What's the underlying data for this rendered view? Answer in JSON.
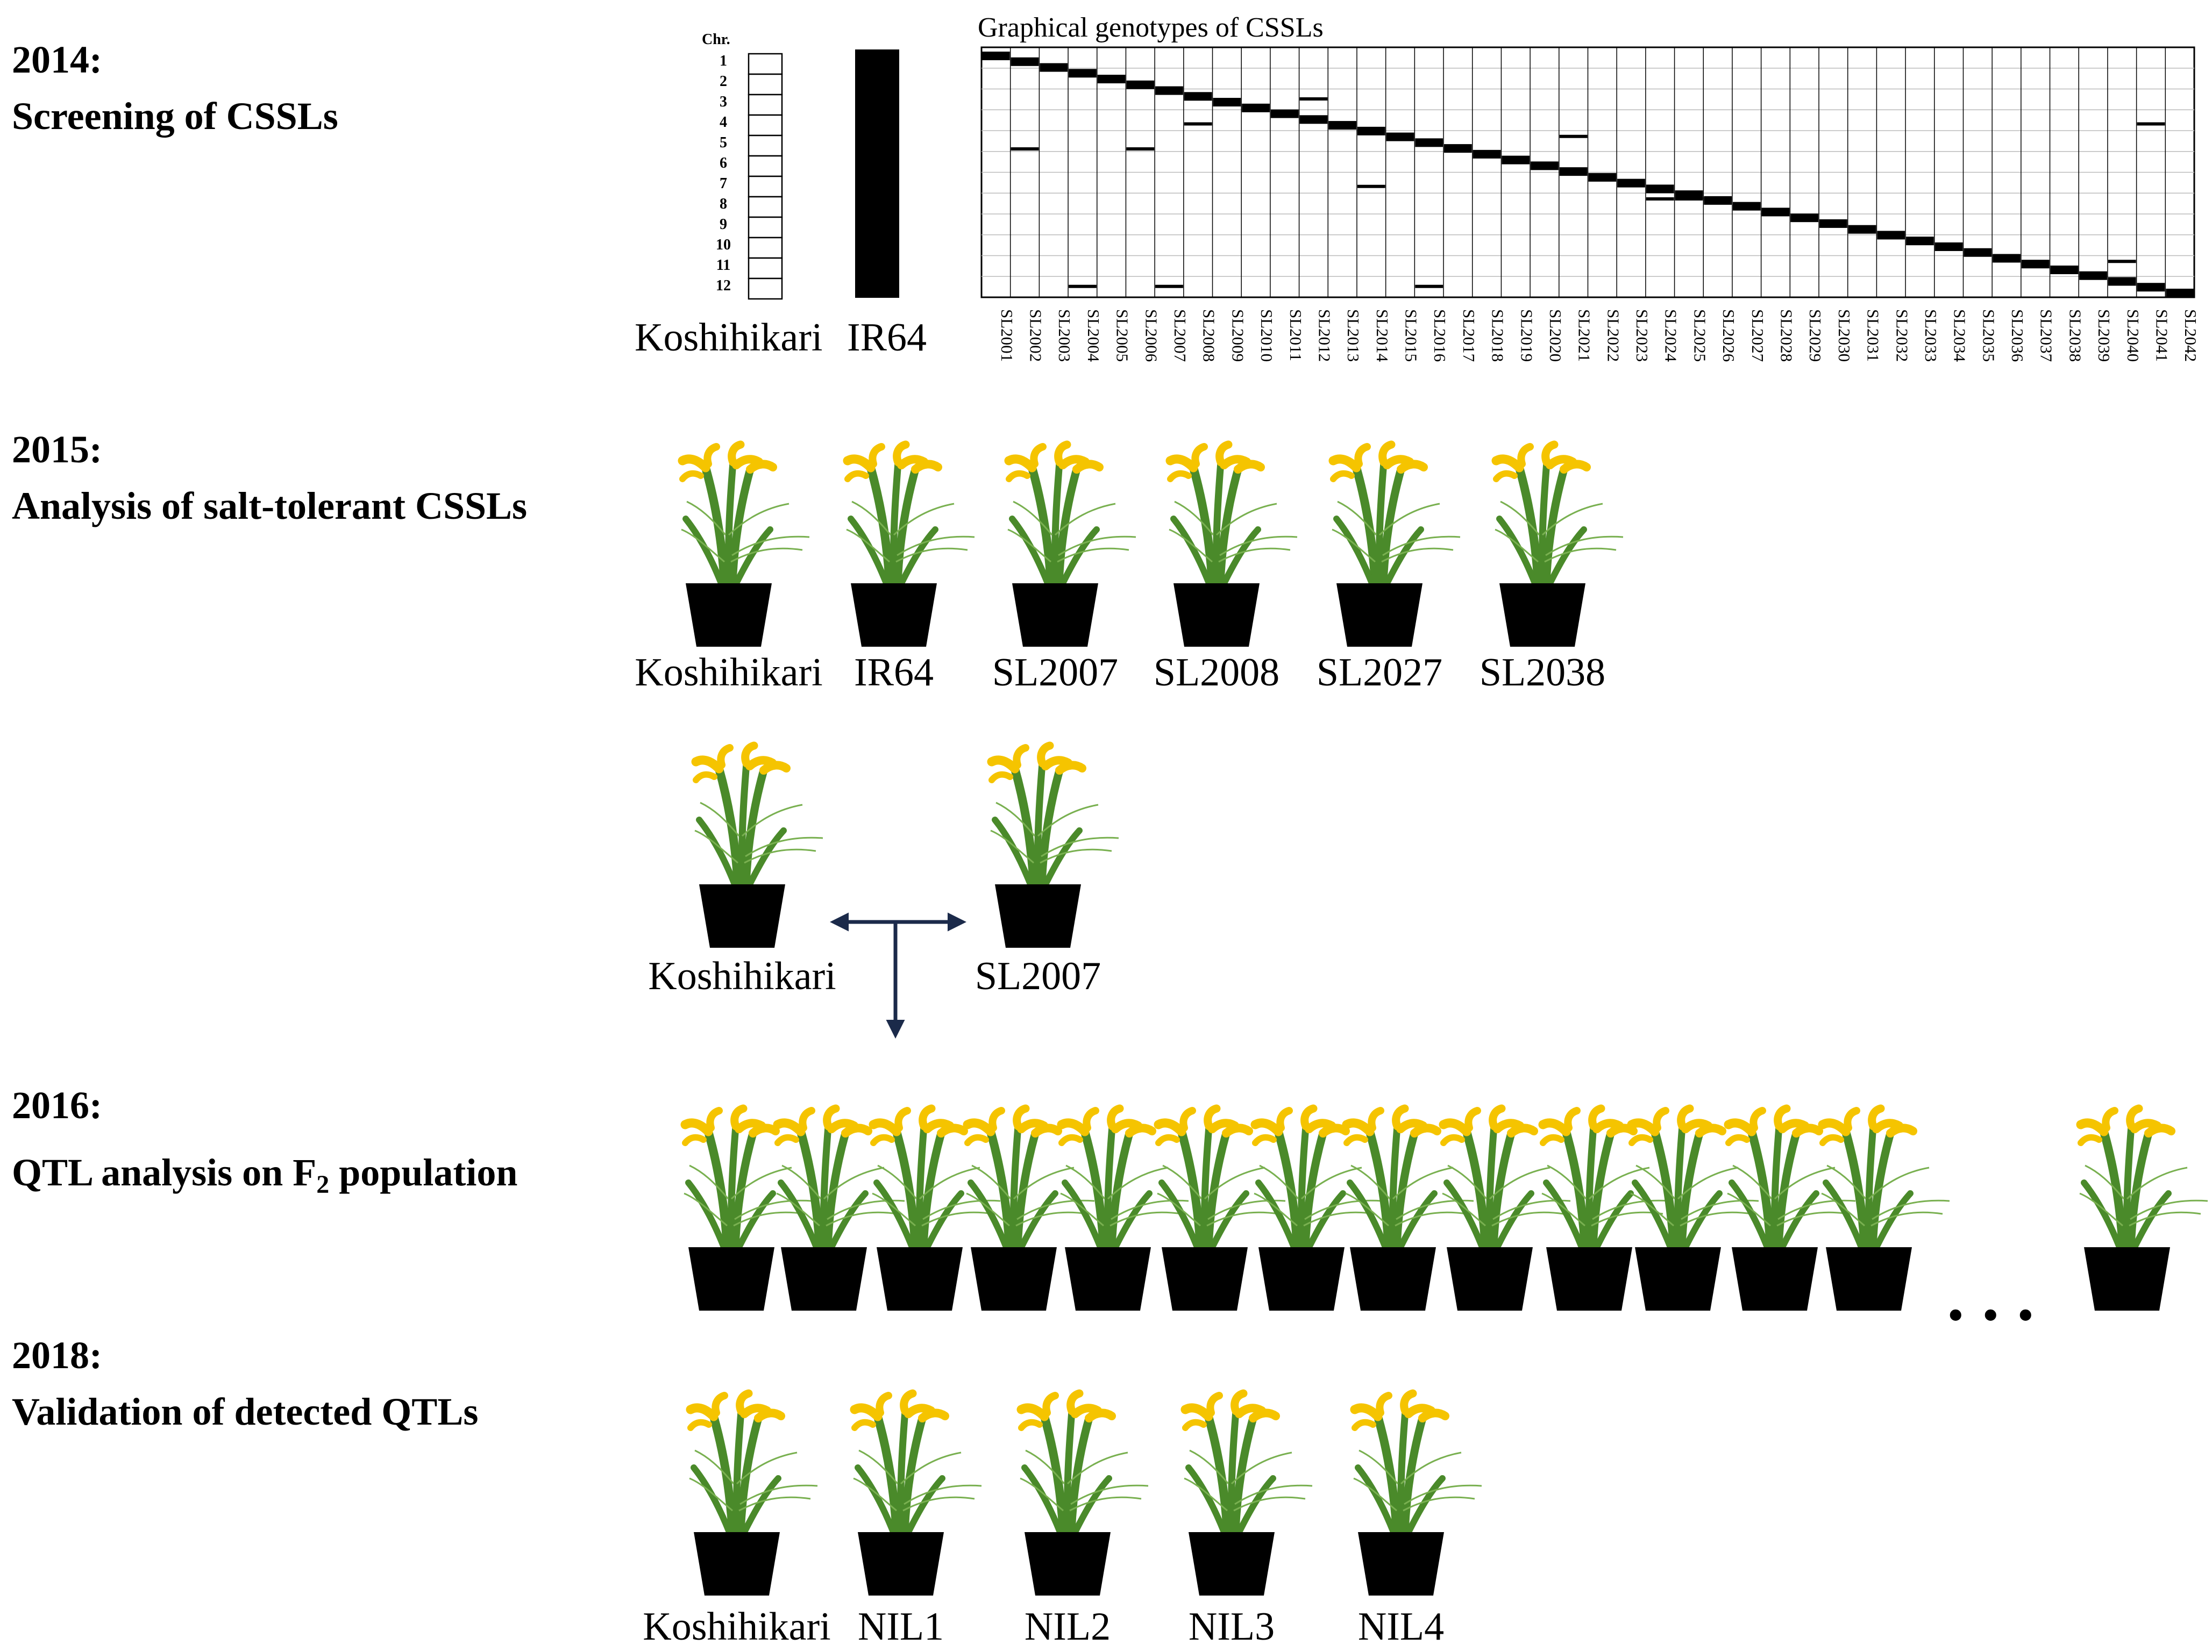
{
  "stages": [
    {
      "year": "2014:",
      "desc": "Screening of CSSLs"
    },
    {
      "year": "2015:",
      "desc": "Analysis of salt-tolerant CSSLs"
    },
    {
      "year": "2016:",
      "desc": "QTL analysis on F",
      "desc_sub": "2",
      "desc_tail": " population"
    },
    {
      "year": "2018:",
      "desc": "Validation of detected QTLs"
    }
  ],
  "parents": {
    "chr_header": "Chr.",
    "chromosomes": [
      "1",
      "2",
      "3",
      "4",
      "5",
      "6",
      "7",
      "8",
      "9",
      "10",
      "11",
      "12"
    ],
    "labels": [
      "Koshihikari",
      "IR64"
    ]
  },
  "genotype_chart": {
    "title": "Graphical genotypes of CSSLs",
    "lines": [
      "SL2001",
      "SL2002",
      "SL2003",
      "SL2004",
      "SL2005",
      "SL2006",
      "SL2007",
      "SL2008",
      "SL2009",
      "SL2010",
      "SL2011",
      "SL2012",
      "SL2013",
      "SL2014",
      "SL2015",
      "SL2016",
      "SL2017",
      "SL2018",
      "SL2019",
      "SL2020",
      "SL2021",
      "SL2022",
      "SL2023",
      "SL2024",
      "SL2025",
      "SL2026",
      "SL2027",
      "SL2028",
      "SL2029",
      "SL2030",
      "SL2031",
      "SL2032",
      "SL2033",
      "SL2034",
      "SL2035",
      "SL2036",
      "SL2037",
      "SL2038",
      "SL2039",
      "SL2040",
      "SL2041",
      "SL2042"
    ],
    "colors": {
      "koshihikari": "#ffffff",
      "ir64": "#000000"
    }
  },
  "salt_tolerant_labels": [
    "Koshihikari",
    "IR64",
    "SL2007",
    "SL2008",
    "SL2027",
    "SL2038"
  ],
  "cross_labels": [
    "Koshihikari",
    "SL2007"
  ],
  "f2_ellipsis": ". . .",
  "nil_labels": [
    "Koshihikari",
    "NIL1",
    "NIL2",
    "NIL3",
    "NIL4"
  ],
  "colors": {
    "leaf": "#4a8a2a",
    "leaf_light": "#79b050",
    "panicle": "#f5c400",
    "pot": "#000000",
    "arrow": "#1b2a4a"
  }
}
